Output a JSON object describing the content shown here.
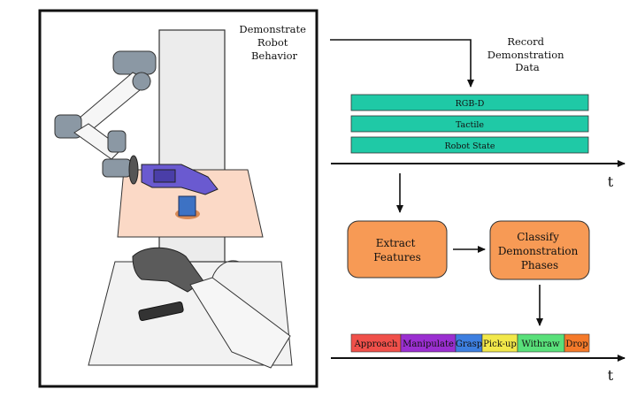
{
  "left_panel": {
    "label_lines": [
      "Demonstrate",
      "Robot",
      "Behavior"
    ]
  },
  "record": {
    "label_lines": [
      "Record",
      "Demonstration",
      "Data"
    ]
  },
  "streams": [
    "RGB-D",
    "Tactile",
    "Robot State"
  ],
  "axis_label_top": "t",
  "axis_label_bottom": "t",
  "extract": {
    "label_lines": [
      "Extract",
      "Features"
    ]
  },
  "classify": {
    "label_lines": [
      "Classify",
      "Demonstration",
      "Phases"
    ]
  },
  "phases": [
    {
      "label": "Approach",
      "color": "#f0504a"
    },
    {
      "label": "Manipulate",
      "color": "#9b2fd1"
    },
    {
      "label": "Grasp",
      "color": "#3d7fe0"
    },
    {
      "label": "Pick-up",
      "color": "#f2e84a"
    },
    {
      "label": "Withraw",
      "color": "#59e07a"
    },
    {
      "label": "Drop",
      "color": "#f57a2a"
    }
  ],
  "colors": {
    "stream_fill": "#1fc9a6",
    "process_fill": "#f79a55",
    "table_top": "#fbd9c6",
    "gripper": "#6a5ad0",
    "cube": "#3d72c4"
  }
}
